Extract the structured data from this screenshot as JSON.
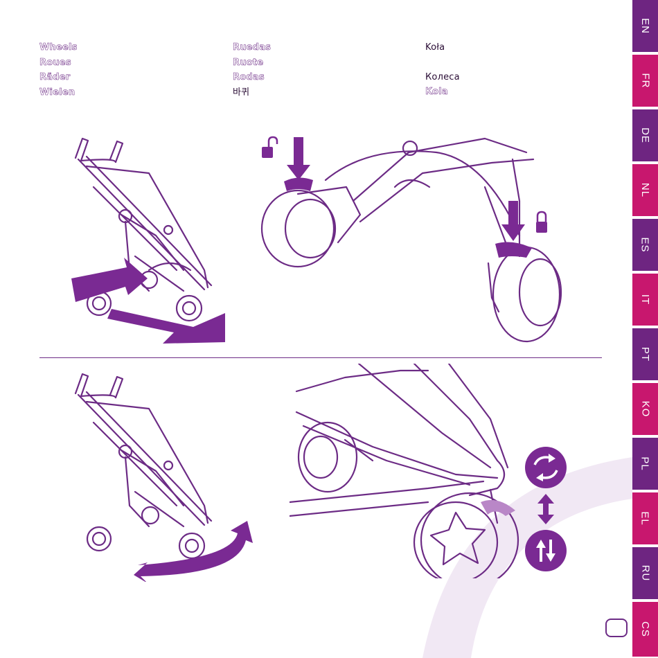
{
  "headings": {
    "col1": [
      "Wheels",
      "Roues",
      "Räder",
      "Wielen"
    ],
    "col2": [
      "Ruedas",
      "Ruote",
      "Rodas",
      "바퀴"
    ],
    "col3": [
      "Koła",
      "Колеса",
      "Kola"
    ]
  },
  "sidebar": {
    "tabs": [
      {
        "code": "EN",
        "color": "#6e2581"
      },
      {
        "code": "FR",
        "color": "#c8176e"
      },
      {
        "code": "DE",
        "color": "#6e2581"
      },
      {
        "code": "NL",
        "color": "#c8176e"
      },
      {
        "code": "ES",
        "color": "#6e2581"
      },
      {
        "code": "IT",
        "color": "#c8176e"
      },
      {
        "code": "PT",
        "color": "#6e2581"
      },
      {
        "code": "KO",
        "color": "#c8176e"
      },
      {
        "code": "PL",
        "color": "#6e2581"
      },
      {
        "code": "EL",
        "color": "#c8176e"
      },
      {
        "code": "RU",
        "color": "#6e2581"
      },
      {
        "code": "CS",
        "color": "#c8176e"
      }
    ]
  },
  "colors": {
    "brand_purple": "#6c2b85",
    "arrow_purple": "#7a2a93",
    "swoosh": "#f1e8f4"
  },
  "icons": [
    "unlock-icon",
    "lock-icon",
    "rotate-icon",
    "swap-arrows-icon",
    "up-down-arrow-icon"
  ]
}
